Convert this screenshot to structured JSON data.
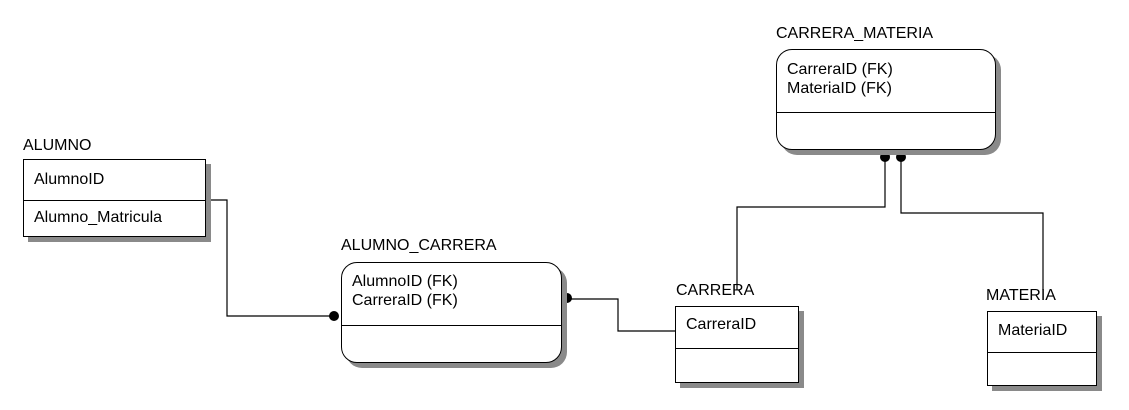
{
  "entities": {
    "alumno": {
      "title": "ALUMNO",
      "keys": [
        "AlumnoID"
      ],
      "attributes": [
        "Alumno_Matricula"
      ]
    },
    "alumno_carrera": {
      "title": "ALUMNO_CARRERA",
      "keys": [
        "AlumnoID (FK)",
        "CarreraID (FK)"
      ],
      "attributes": []
    },
    "carrera": {
      "title": "CARRERA",
      "keys": [
        "CarreraID"
      ],
      "attributes": []
    },
    "carrera_materia": {
      "title": "CARRERA_MATERIA",
      "keys": [
        "CarreraID (FK)",
        "MateriaID (FK)"
      ],
      "attributes": []
    },
    "materia": {
      "title": "MATERIA",
      "keys": [
        "MateriaID"
      ],
      "attributes": []
    }
  },
  "relationships": [
    {
      "from": "ALUMNO",
      "to": "ALUMNO_CARRERA"
    },
    {
      "from": "CARRERA",
      "to": "ALUMNO_CARRERA"
    },
    {
      "from": "CARRERA",
      "to": "CARRERA_MATERIA"
    },
    {
      "from": "MATERIA",
      "to": "CARRERA_MATERIA"
    }
  ],
  "colors": {
    "line": "#000000",
    "shadow": "#8a8a8a",
    "background": "#ffffff"
  }
}
